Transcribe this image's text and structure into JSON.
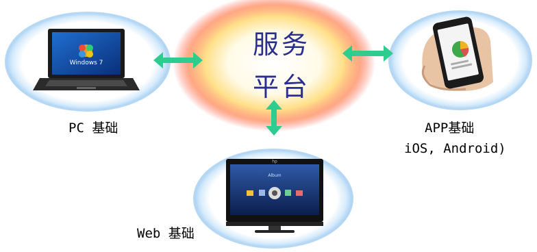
{
  "center": {
    "line1": "服务",
    "line2": "平台"
  },
  "nodes": {
    "pc": {
      "label": "PC 基础"
    },
    "app": {
      "label_line1": "APP基础",
      "label_line2": "iOS, Android)"
    },
    "web": {
      "label": "Web 基础"
    }
  },
  "screens": {
    "pc_os_text": "Windows 7",
    "tv_brand": "hp",
    "tv_title": "Album"
  },
  "colors": {
    "arrow": "#2ecc8f",
    "ellipse_stroke": "#9cc9f0",
    "center_text": "#2a2f8f",
    "glow_outer": "#ff6a4a",
    "glow_mid": "#ffd36a"
  },
  "icons": [
    "laptop-icon",
    "smartphone-icon",
    "tv-monitor-icon",
    "double-arrow-icon"
  ]
}
